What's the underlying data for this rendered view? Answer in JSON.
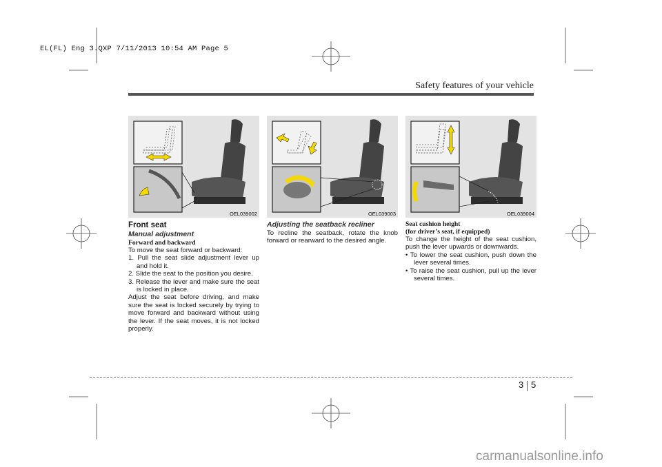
{
  "slug": "EL(FL) Eng 3.QXP  7/11/2013  10:54 AM  Page 5",
  "header": {
    "section_title": "Safety features of your vehicle"
  },
  "figures": [
    {
      "code": "OEL039002"
    },
    {
      "code": "OEL039003"
    },
    {
      "code": "OEL039004"
    }
  ],
  "col1": {
    "heading": "Front seat",
    "subheading": "Manual adjustment",
    "subsubheading": "Forward and backward",
    "intro": "To move the seat forward or backward:",
    "steps": [
      "1. Pull the seat slide adjustment lever up and hold it.",
      "2. Slide the seat to the position you desire.",
      "3. Release the lever and make sure the seat is locked in place."
    ],
    "note": "Adjust the seat before driving, and make sure the seat is locked securely by trying to move forward and backward without using the lever. If the seat moves, it is not locked properly."
  },
  "col2": {
    "subheading": "Adjusting the seatback recliner",
    "body": "To recline the seatback, rotate the knob forward or rearward to the desired angle."
  },
  "col3": {
    "heading_line1": "Seat cushion height",
    "heading_line2": "(for driver’s seat, if equipped)",
    "intro": "To change the height of the seat cushion, push the lever upwards or downwards.",
    "bullets": [
      "• To lower the seat cushion, push down the lever several times.",
      "• To raise the seat cushion, pull up the lever several times."
    ]
  },
  "page": {
    "chapter": "3",
    "number": "5"
  },
  "watermark": "carmanualsonline.info",
  "colors": {
    "arrow_yellow": "#f5d800",
    "figure_bg": "#e3e3e3",
    "seat_dark": "#3a3a3a"
  }
}
